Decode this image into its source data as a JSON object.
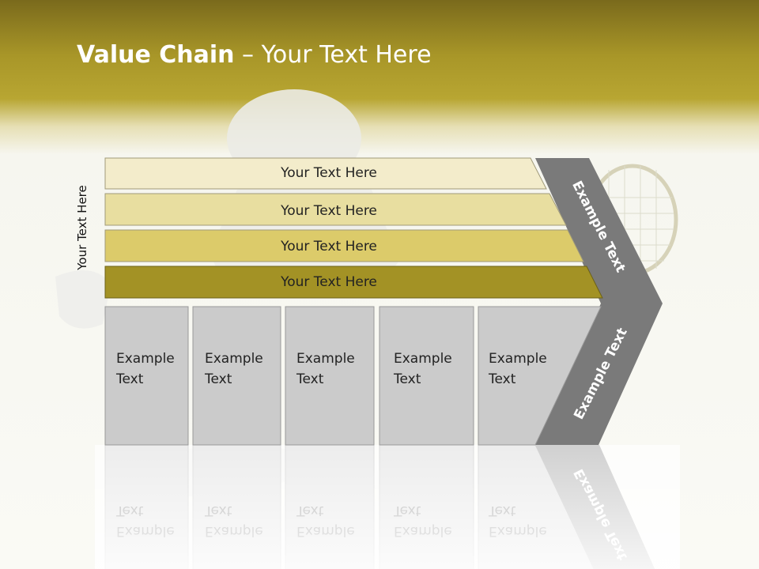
{
  "title": {
    "bold": "Value Chain",
    "rest": " – Your Text Here"
  },
  "side_label": "Your Text Here",
  "rows": [
    {
      "label": "Your Text Here",
      "color": "#f3eccb"
    },
    {
      "label": "Your Text Here",
      "color": "#e8dea0"
    },
    {
      "label": "Your Text Here",
      "color": "#dccb6a"
    },
    {
      "label": "Your Text Here",
      "color": "#a39225"
    }
  ],
  "boxes": [
    {
      "line1": "Example",
      "line2": "Text"
    },
    {
      "line1": "Example",
      "line2": "Text"
    },
    {
      "line1": "Example",
      "line2": "Text"
    },
    {
      "line1": "Example",
      "line2": "Text"
    },
    {
      "line1": "Example",
      "line2": "Text"
    }
  ],
  "chevron": {
    "upper_label": "Example Text",
    "lower_label": "Example Text",
    "color": "#7a7a7a"
  },
  "colors": {
    "header": "#b8a632",
    "box_fill": "#cbcbcb",
    "box_stroke": "#9a9a9a"
  }
}
